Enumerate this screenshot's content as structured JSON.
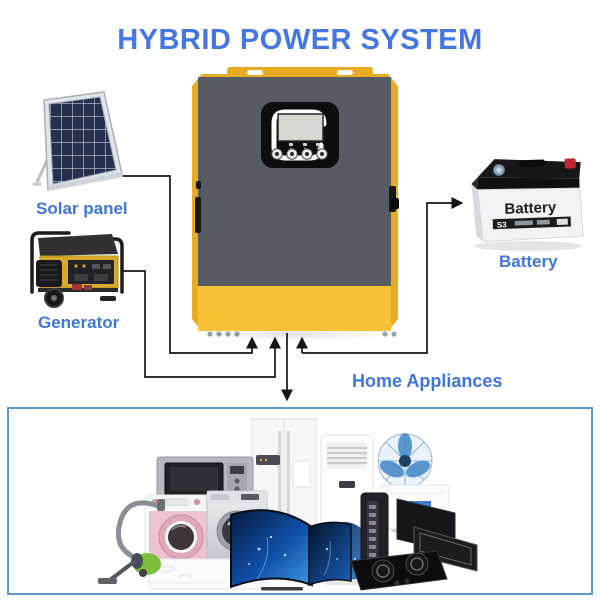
{
  "title": "HYBRID POWER SYSTEM",
  "colors": {
    "title_blue": "#4577e3",
    "label_blue": "#3d76dd",
    "inverter_gray": "#565b64",
    "inverter_yellow_front": "#f8c136",
    "inverter_yellow_back": "#e7ab24",
    "line_black": "#151515",
    "appliance_box_border": "#5b9bd5"
  },
  "diagram": {
    "solar": {
      "label": "Solar panel"
    },
    "generator": {
      "label": "Generator"
    },
    "battery": {
      "label": "Battery",
      "product_text": "Battery",
      "product_badge": "S3"
    },
    "appliances": {
      "label": "Home Appliances",
      "items": [
        "vacuum-cleaner",
        "microwave-oven",
        "washing-machine-pink",
        "washing-machine-silver",
        "dishwasher-drawer",
        "curved-tv",
        "curved-tv-2",
        "refrigerator",
        "floor-standing-ac",
        "pedestal-fan",
        "tower-fan",
        "water-heater-box",
        "range-hood",
        "gas-stove"
      ]
    }
  }
}
